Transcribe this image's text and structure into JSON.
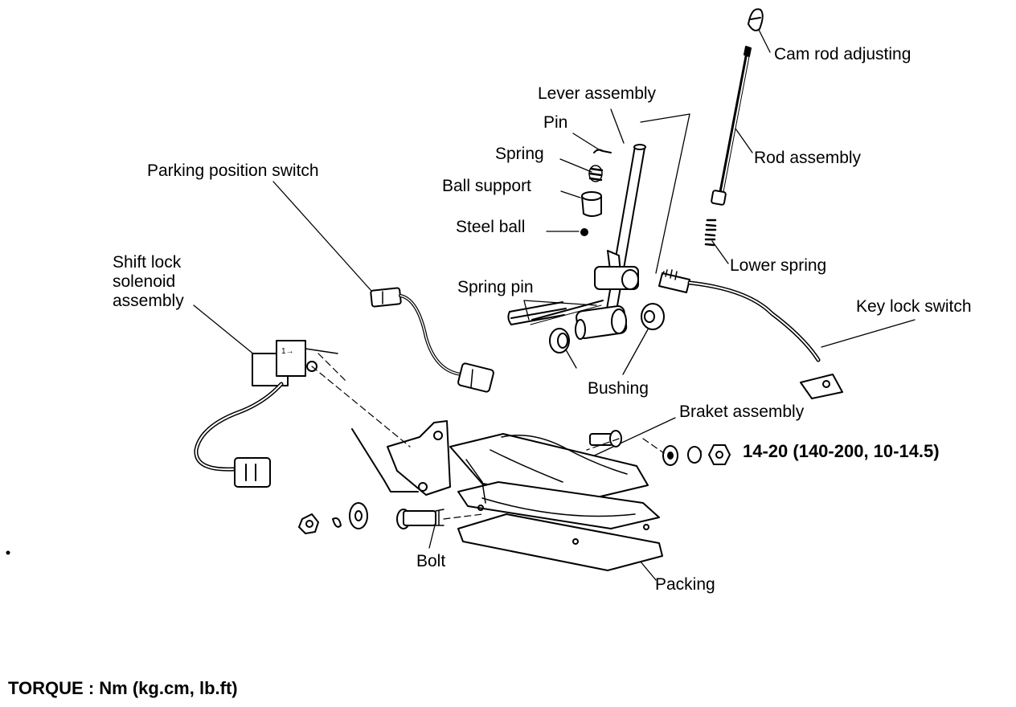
{
  "labels": {
    "cam_rod_adjusting": "Cam rod adjusting",
    "lever_assembly": "Lever assembly",
    "pin": "Pin",
    "spring": "Spring",
    "ball_support": "Ball support",
    "steel_ball": "Steel ball",
    "rod_assembly": "Rod assembly",
    "parking_position_switch": "Parking position switch",
    "lower_spring": "Lower spring",
    "shift_lock_line1": "Shift lock",
    "shift_lock_line2": "solenoid",
    "shift_lock_line3": "assembly",
    "spring_pin": "Spring pin",
    "key_lock_switch": "Key lock switch",
    "bushing": "Bushing",
    "braket_assembly": "Braket assembly",
    "torque_value": "14-20 (140-200, 10-14.5)",
    "bolt": "Bolt",
    "packing": "Packing"
  },
  "footer": {
    "torque_note": "TORQUE : Nm (kg.cm, lb.ft)"
  },
  "colors": {
    "ink": "#000000",
    "paper": "#ffffff"
  }
}
